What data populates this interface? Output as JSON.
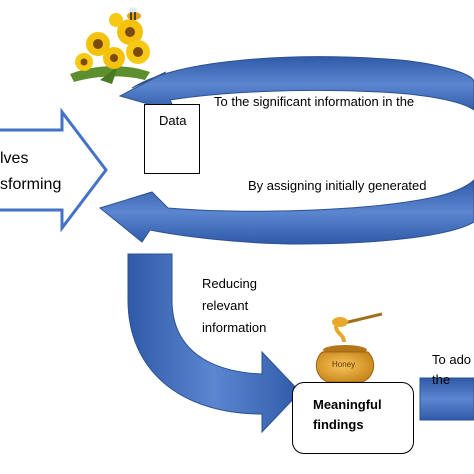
{
  "diagram": {
    "input_arrow_lines": [
      "lves",
      "sforming"
    ],
    "data_box_label": "Data",
    "top_cycle_label": "To the significant information in the",
    "bottom_cycle_label": "By assigning initially generated",
    "reduce_label_lines": [
      "Reducing",
      "relevant",
      "information"
    ],
    "findings_box_lines": [
      "Meaningful",
      "findings"
    ],
    "right_label_lines": [
      "To ado",
      "the"
    ],
    "honey_pot_label": "Honey"
  },
  "colors": {
    "arrow_fill": "#4472C4",
    "arrow_fill_light": "#E8EEF8",
    "arrow_edge": "#2F528F",
    "honey": "#E9A82A",
    "petal": "#F4C20D"
  }
}
